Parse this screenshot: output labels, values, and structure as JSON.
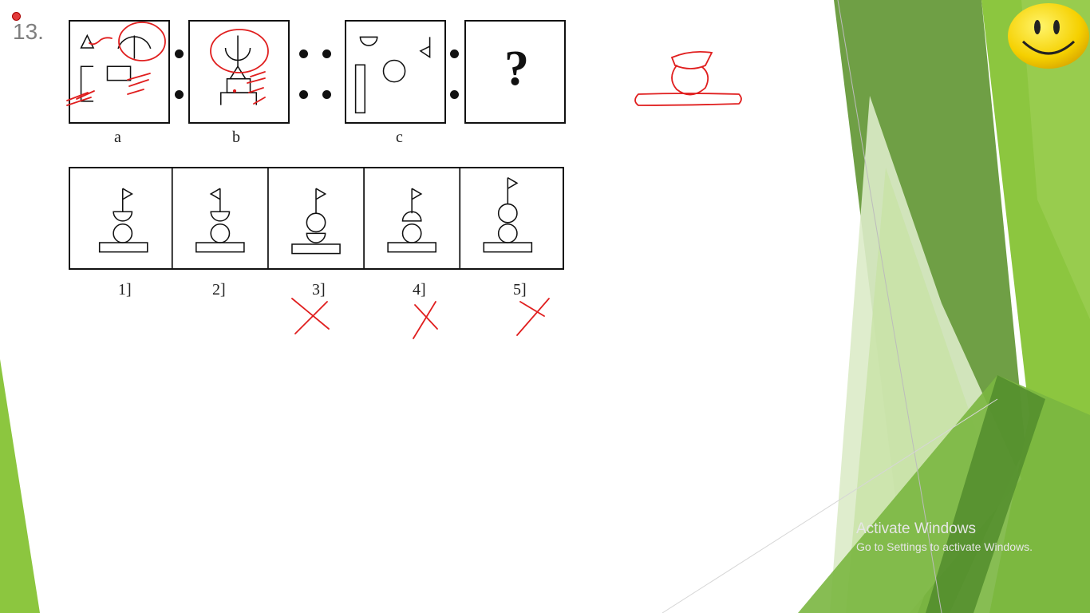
{
  "question": {
    "number": "13."
  },
  "problem_figures": {
    "labels": [
      "a",
      "b",
      "c"
    ],
    "unknown": "?"
  },
  "answer_figures": {
    "labels": [
      "1]",
      "2]",
      "3]",
      "4]",
      "5]"
    ]
  },
  "watermark": {
    "title": "Activate Windows",
    "subtitle": "Go to Settings to activate Windows."
  },
  "colors": {
    "ink": "#e01e1e",
    "green_dark": "#5f9a3a",
    "green_mid": "#8cc63f",
    "green_light": "#d9ebc2"
  },
  "icons": [
    "smiley-face-icon",
    "record-dot-icon"
  ]
}
